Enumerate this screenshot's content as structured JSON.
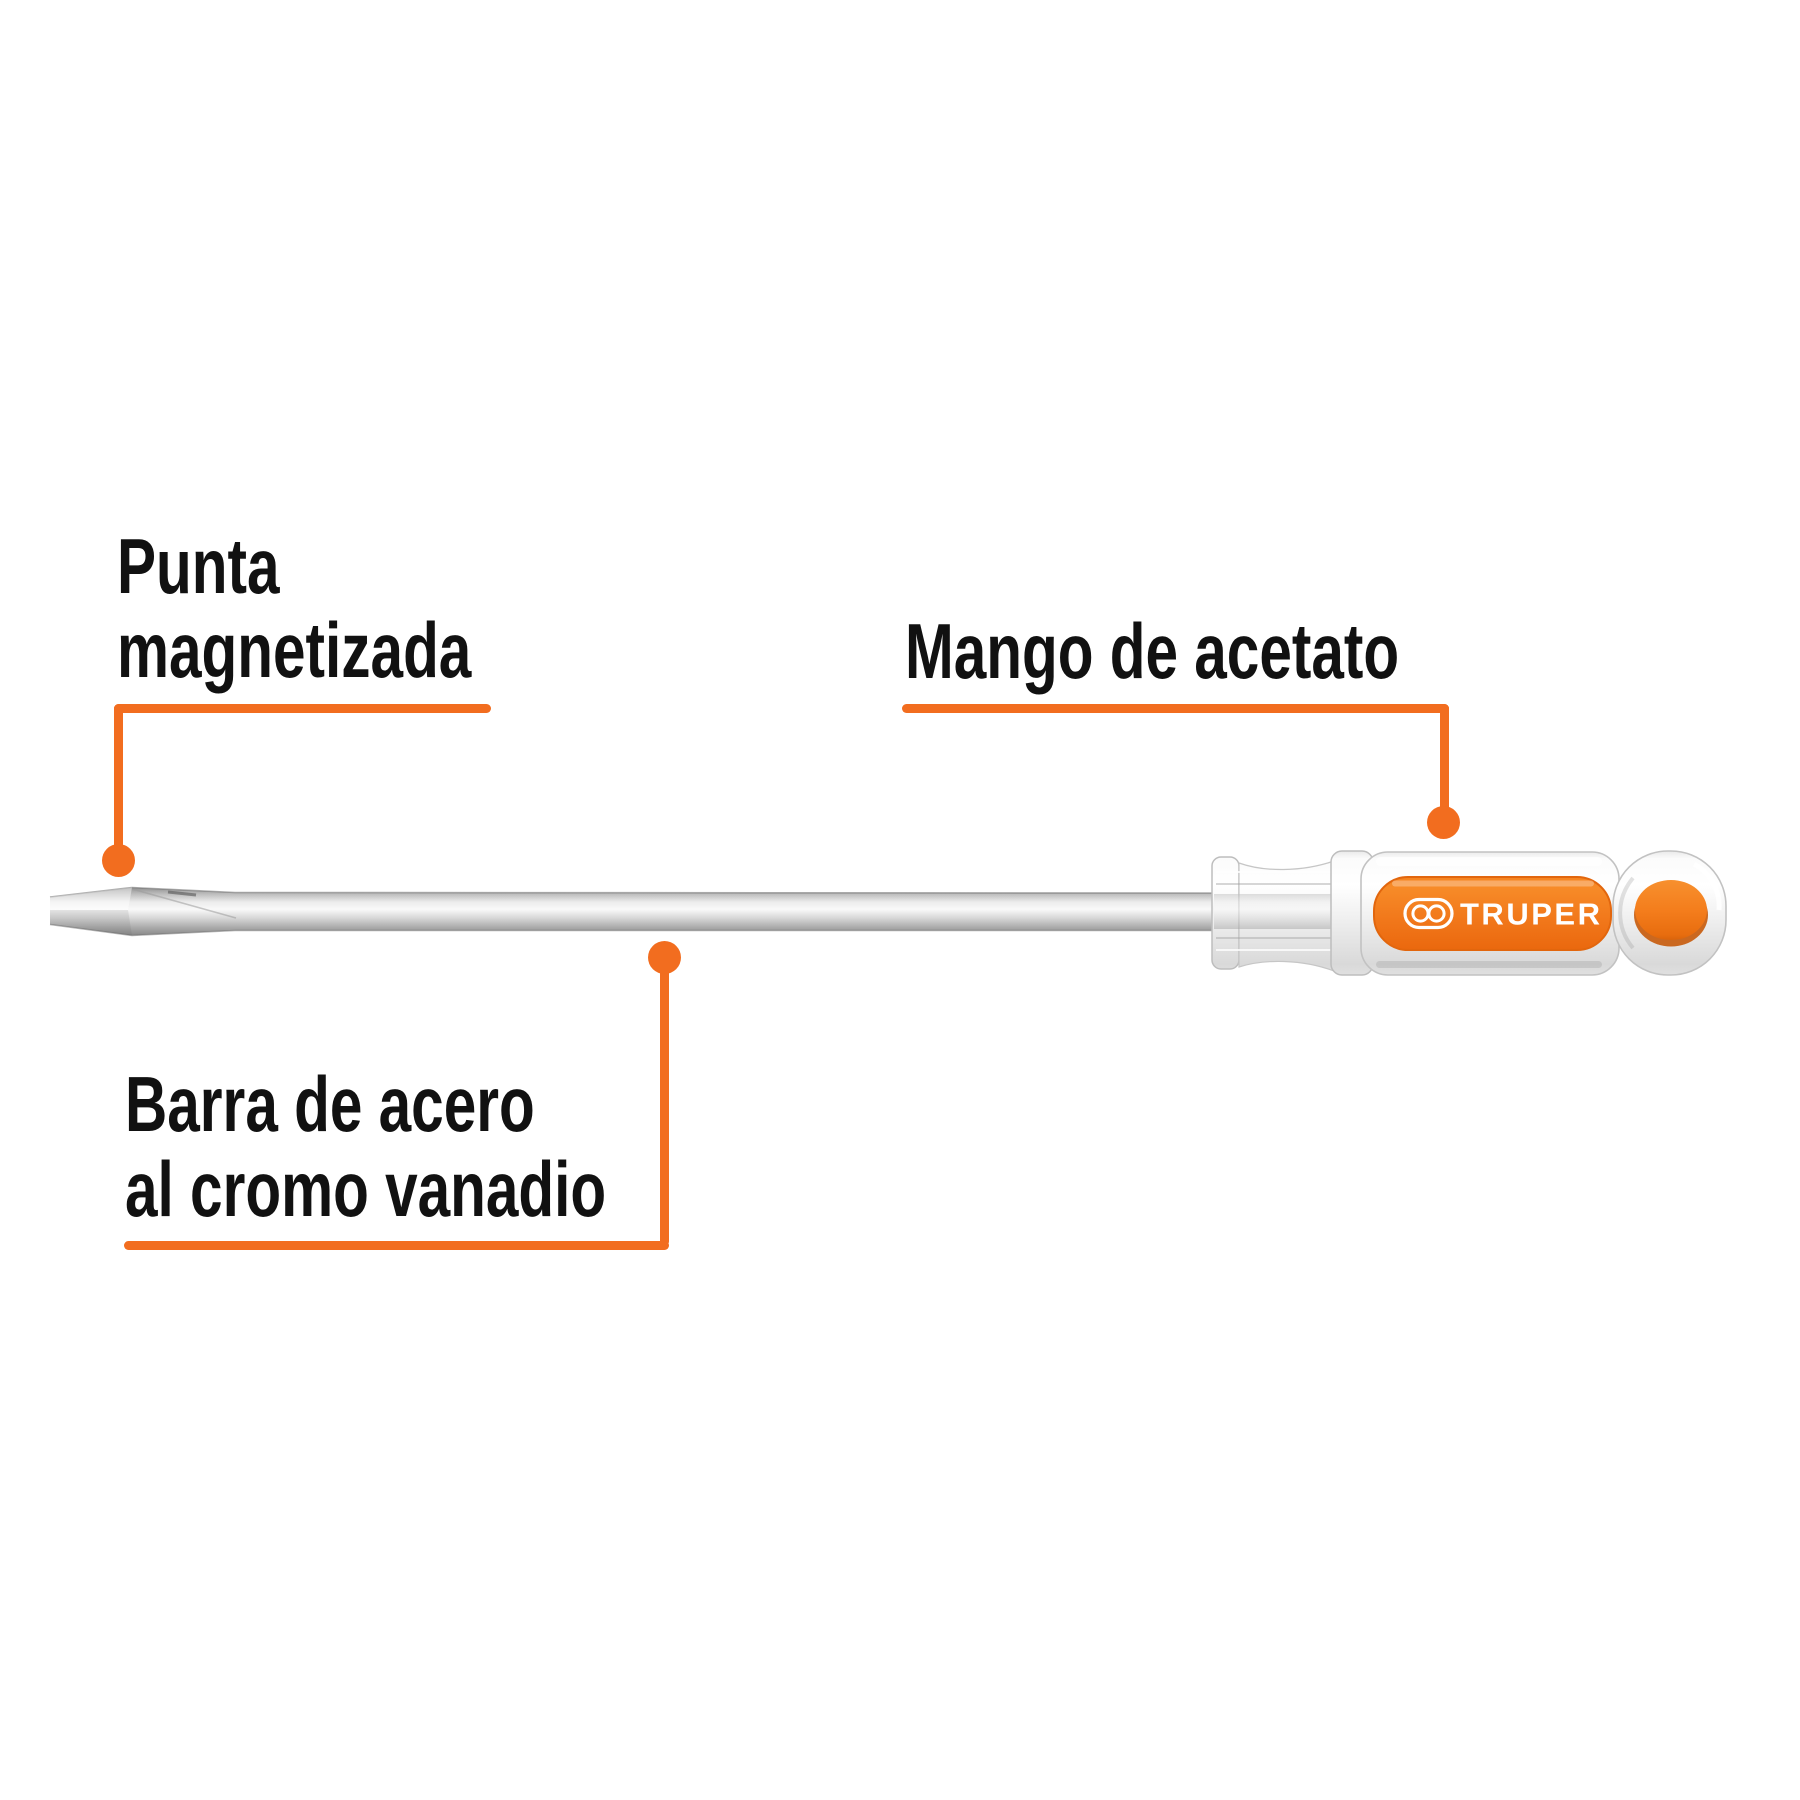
{
  "diagram": {
    "labels": {
      "punta": {
        "line1": "Punta",
        "line2": "magnetizada"
      },
      "mango": {
        "text": "Mango de acetato"
      },
      "barra": {
        "line1": "Barra de acero",
        "line2": "al cromo vanadio"
      }
    },
    "brand": "TRUPER",
    "colors": {
      "accent": "#f26d1f",
      "label-orange": "#f5831f",
      "text": "#111111"
    }
  }
}
